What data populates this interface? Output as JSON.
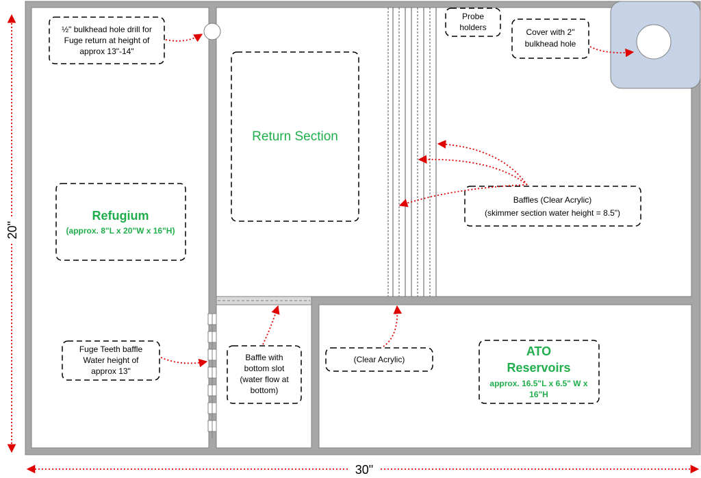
{
  "dimensions": {
    "height_label": "20\"",
    "width_label": "30\""
  },
  "sections": {
    "refugium": {
      "title": "Refugium",
      "size": "(approx.  8\"L x 20\"W x 16\"H)"
    },
    "return_section": {
      "title": "Return Section"
    },
    "ato": {
      "title_line1": "ATO",
      "title_line2": "Reservoirs",
      "size_line1": "approx. 16.5\"L x 6.5\" W x",
      "size_line2": "16\"H"
    }
  },
  "callouts": {
    "bulkhead_drill": [
      "½\" bulkhead hole drill for",
      "Fuge return at height of",
      "approx 13\"-14\""
    ],
    "probe_holders": [
      "Probe",
      "holders"
    ],
    "cover": [
      "Cover with 2\"",
      "bulkhead hole"
    ],
    "baffles": [
      "Baffles (Clear Acrylic)",
      "(skimmer section water height = 8.5\")"
    ],
    "fuge_teeth": [
      "Fuge Teeth baffle",
      "Water height of",
      "approx 13\""
    ],
    "bottom_slot": [
      "Baffle with",
      "bottom slot",
      "(water flow at",
      "bottom)"
    ],
    "clear_acrylic": [
      "(Clear Acrylic)"
    ]
  },
  "colors": {
    "wall": "#a6a6a6",
    "wall_stroke": "#808080",
    "accent_green": "#1fae4b",
    "arrow_red": "#e00000",
    "cover_fill": "#c6d3e6"
  }
}
